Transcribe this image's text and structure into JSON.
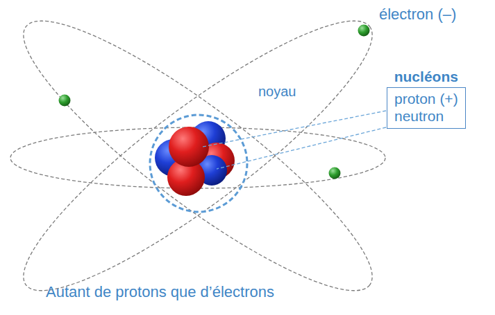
{
  "diagram": {
    "caption": "Autant de protons que d’électrons",
    "nodes": [
      {
        "text": [
          "nucléons",
          "proton (+)",
          "neutron"
        ]
      }
    ],
    "labels": [
      "électron (–)",
      "noyau"
    ]
  }
}
